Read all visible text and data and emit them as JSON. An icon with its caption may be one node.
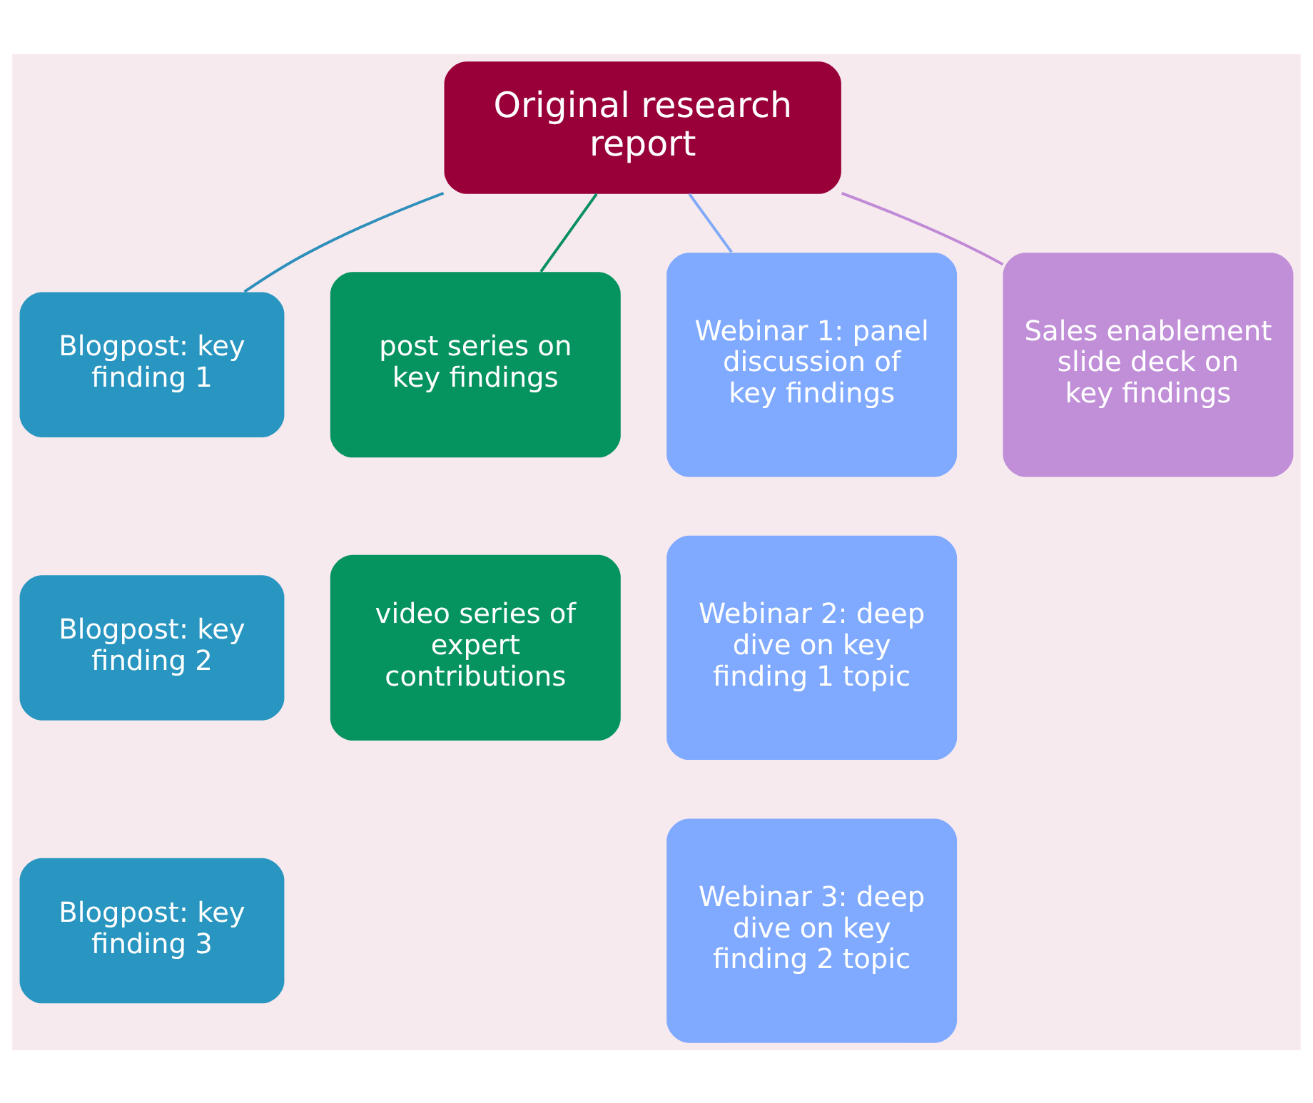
{
  "diagram": {
    "nodes": [
      {
        "text": [
          "Original research report"
        ]
      },
      {
        "text": [
          "Blogpost: key finding 1"
        ]
      },
      {
        "text": [
          "Blogpost: key finding 2"
        ]
      },
      {
        "text": [
          "Blogpost: key finding 3"
        ]
      },
      {
        "text": [
          "post series on key findings"
        ]
      },
      {
        "text": [
          "video series of expert contributions"
        ]
      },
      {
        "text": [
          "Webinar 1: panel discussion of key findings"
        ]
      },
      {
        "text": [
          "Webinar 2: deep dive on key finding 1 topic"
        ]
      },
      {
        "text": [
          "Webinar 3: deep dive on key finding 2 topic"
        ]
      },
      {
        "text": [
          "Sales enablement slide deck on key findings"
        ]
      }
    ],
    "edges": [
      {
        "from": 0,
        "to": 1,
        "arrow": "none",
        "color": "#2e8fbb"
      },
      {
        "from": 0,
        "to": 4,
        "arrow": "none",
        "color": "#0a8f62"
      },
      {
        "from": 0,
        "to": 6,
        "arrow": "none",
        "color": "#80aaf7"
      },
      {
        "from": 0,
        "to": 9,
        "arrow": "none",
        "color": "#c08ad6"
      }
    ]
  }
}
